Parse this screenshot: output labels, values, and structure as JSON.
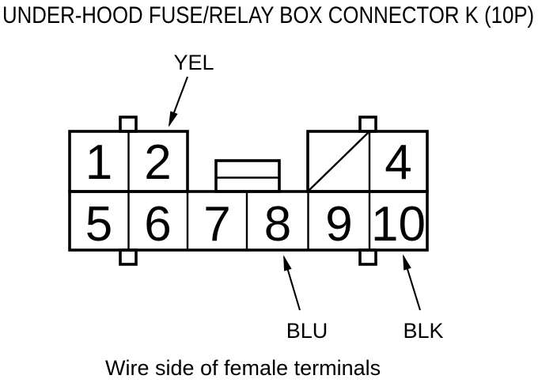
{
  "title": "UNDER-HOOD FUSE/RELAY BOX CONNECTOR K (10P)",
  "caption": "Wire side of female terminals",
  "connector": {
    "top_cells": [
      {
        "label": "1"
      },
      {
        "label": "2"
      },
      {
        "label": "4"
      }
    ],
    "bottom_cells": [
      {
        "label": "5"
      },
      {
        "label": "6"
      },
      {
        "label": "7"
      },
      {
        "label": "8"
      },
      {
        "label": "9"
      },
      {
        "label": "10"
      }
    ],
    "empty_cell": {
      "shown_as": "diagonal-slash"
    },
    "wire_labels": [
      {
        "text": "YEL",
        "points_to_pin": "2"
      },
      {
        "text": "BLU",
        "points_to_pin": "8"
      },
      {
        "text": "BLK",
        "points_to_pin": "10"
      }
    ]
  },
  "colors": {
    "ink": "#000000",
    "background": "#ffffff"
  }
}
